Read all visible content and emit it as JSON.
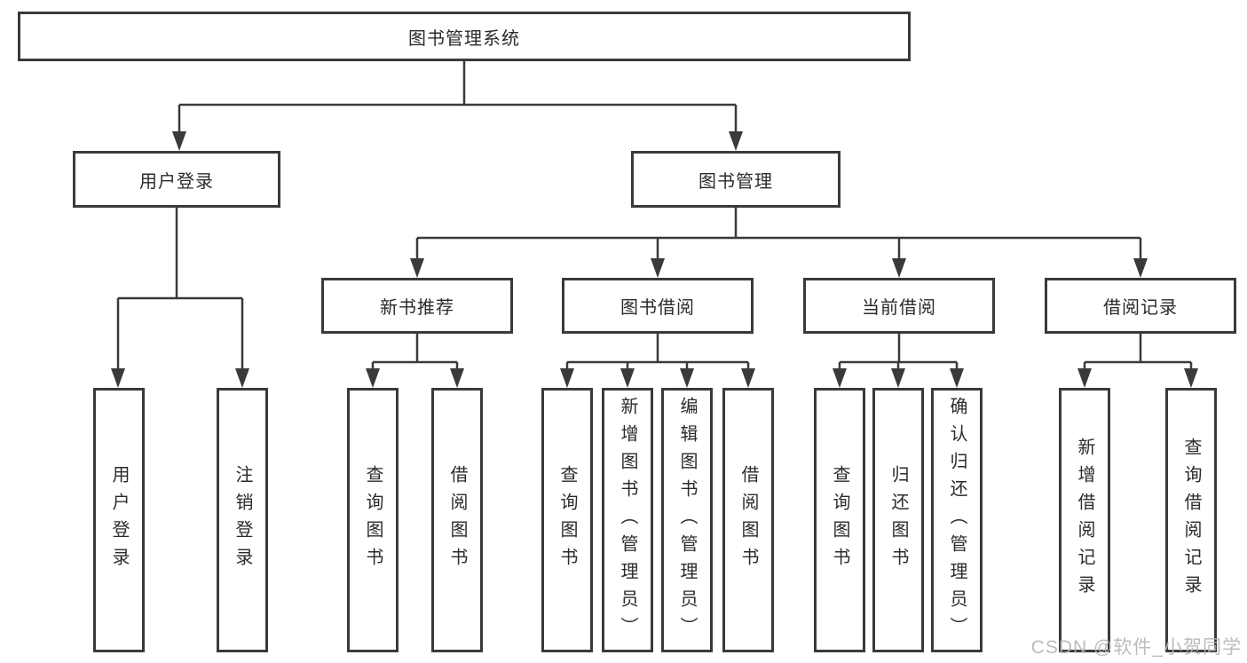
{
  "colors": {
    "line": "#3a3a3a",
    "box_bg": "#ffffff",
    "text": "#2b2b2b",
    "watermark": "#b5b5b5"
  },
  "nodes": {
    "root": {
      "label": "图书管理系统"
    },
    "user_login": {
      "label": "用户登录"
    },
    "book_mgmt": {
      "label": "图书管理"
    },
    "new_book_rec": {
      "label": "新书推荐"
    },
    "book_borrow": {
      "label": "图书借阅"
    },
    "current_borrow": {
      "label": "当前借阅"
    },
    "borrow_record": {
      "label": "借阅记录"
    },
    "leaf_user_login": {
      "label": "用户登录"
    },
    "leaf_logout": {
      "label": "注销登录"
    },
    "leaf_nbr_query": {
      "label": "查询图书"
    },
    "leaf_nbr_borrow": {
      "label": "借阅图书"
    },
    "leaf_bb_query": {
      "label": "查询图书"
    },
    "leaf_bb_add": {
      "label": "新增图书（管理员）"
    },
    "leaf_bb_edit": {
      "label": "编辑图书（管理员）"
    },
    "leaf_bb_borrow": {
      "label": "借阅图书"
    },
    "leaf_cb_query": {
      "label": "查询图书"
    },
    "leaf_cb_return": {
      "label": "归还图书"
    },
    "leaf_cb_confirm": {
      "label": "确认归还（管理员）"
    },
    "leaf_br_add": {
      "label": "新增借阅记录"
    },
    "leaf_br_query": {
      "label": "查询借阅记录"
    }
  },
  "edges": [
    {
      "from": "root",
      "to": "user_login"
    },
    {
      "from": "root",
      "to": "book_mgmt"
    },
    {
      "from": "user_login",
      "to": "leaf_user_login"
    },
    {
      "from": "user_login",
      "to": "leaf_logout"
    },
    {
      "from": "book_mgmt",
      "to": "new_book_rec"
    },
    {
      "from": "book_mgmt",
      "to": "book_borrow"
    },
    {
      "from": "book_mgmt",
      "to": "current_borrow"
    },
    {
      "from": "book_mgmt",
      "to": "borrow_record"
    },
    {
      "from": "new_book_rec",
      "to": "leaf_nbr_query"
    },
    {
      "from": "new_book_rec",
      "to": "leaf_nbr_borrow"
    },
    {
      "from": "book_borrow",
      "to": "leaf_bb_query"
    },
    {
      "from": "book_borrow",
      "to": "leaf_bb_add"
    },
    {
      "from": "book_borrow",
      "to": "leaf_bb_edit"
    },
    {
      "from": "book_borrow",
      "to": "leaf_bb_borrow"
    },
    {
      "from": "current_borrow",
      "to": "leaf_cb_query"
    },
    {
      "from": "current_borrow",
      "to": "leaf_cb_return"
    },
    {
      "from": "current_borrow",
      "to": "leaf_cb_confirm"
    },
    {
      "from": "borrow_record",
      "to": "leaf_br_add"
    },
    {
      "from": "borrow_record",
      "to": "leaf_br_query"
    }
  ],
  "watermark": {
    "text": "CSDN @软件_小贺同学"
  }
}
